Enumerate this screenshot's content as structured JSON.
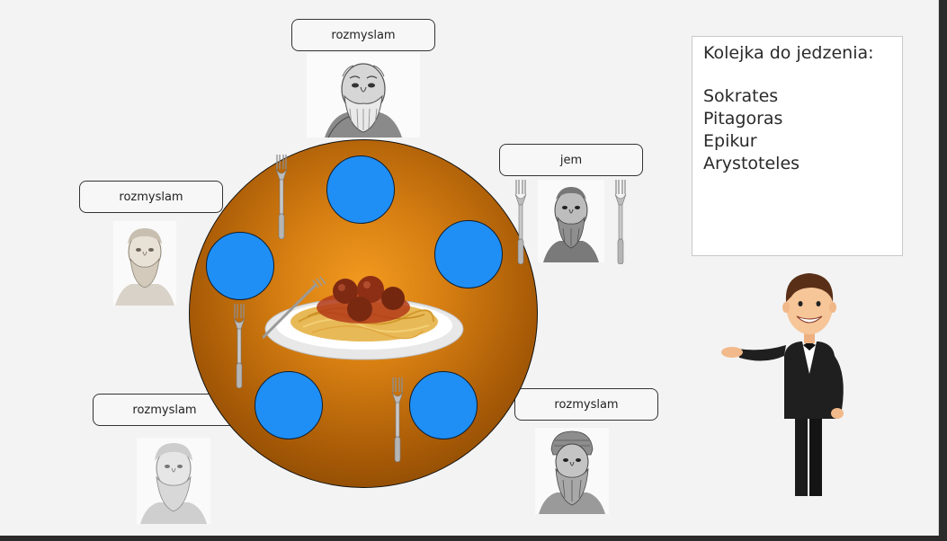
{
  "philosophers": {
    "top": {
      "status": "rozmyslam"
    },
    "right": {
      "status": "jem"
    },
    "left": {
      "status": "rozmyslam"
    },
    "bottom_left": {
      "status": "rozmyslam"
    },
    "bottom_right": {
      "status": "rozmyslam"
    }
  },
  "queue": {
    "title": "Kolejka do jedzenia:",
    "items": [
      "Sokrates",
      "Pitagoras",
      "Epikur",
      "Arystoteles"
    ]
  },
  "colors": {
    "plate": "#1f8ff5",
    "table_center": "#f39a20",
    "table_edge": "#6f3b02"
  }
}
